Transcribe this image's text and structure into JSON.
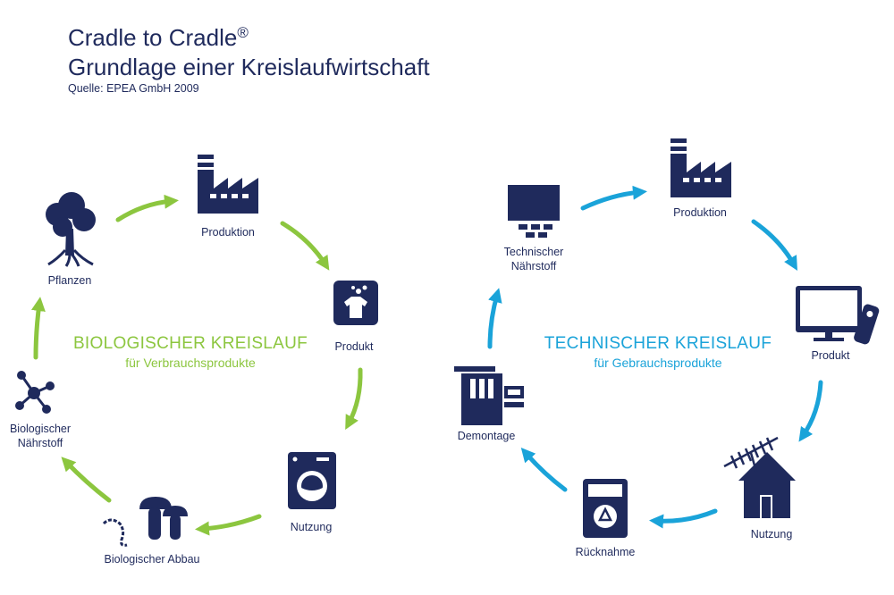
{
  "header": {
    "title_line1": "Cradle to Cradle",
    "title_reg": "®",
    "title_line2": "Grundlage einer Kreislaufwirtschaft",
    "source": "Quelle: EPEA GmbH 2009"
  },
  "colors": {
    "navy": "#1f2a5c",
    "bio_green": "#8cc63f",
    "tech_blue": "#1aa3d9"
  },
  "bio_cycle": {
    "title": "BIOLOGISCHER KREISLAUF",
    "subtitle": "für Verbrauchsprodukte",
    "nodes": {
      "produktion": "Produktion",
      "produkt": "Produkt",
      "nutzung": "Nutzung",
      "abbau": "Biologischer Abbau",
      "naehrstoff_1": "Biologischer",
      "naehrstoff_2": "Nährstoff",
      "pflanzen": "Pflanzen"
    }
  },
  "tech_cycle": {
    "title": "TECHNISCHER KREISLAUF",
    "subtitle": "für Gebrauchsprodukte",
    "nodes": {
      "naehrstoff_1": "Technischer",
      "naehrstoff_2": "Nährstoff",
      "produktion": "Produktion",
      "produkt": "Produkt",
      "nutzung": "Nutzung",
      "ruecknahme": "Rücknahme",
      "demontage": "Demontage"
    }
  }
}
